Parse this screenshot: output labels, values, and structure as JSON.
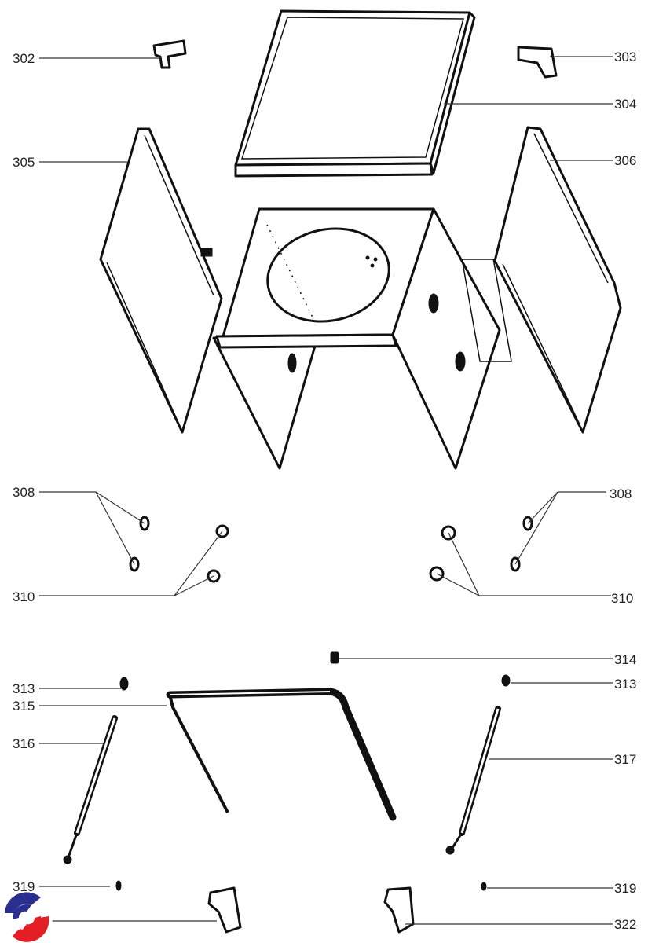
{
  "diagram_title": "",
  "callouts": [
    {
      "id": "302",
      "label": "302"
    },
    {
      "id": "303",
      "label": "303"
    },
    {
      "id": "304",
      "label": "304"
    },
    {
      "id": "305",
      "label": "305"
    },
    {
      "id": "306",
      "label": "306"
    },
    {
      "id": "308-left",
      "label": "308"
    },
    {
      "id": "308-right",
      "label": "308"
    },
    {
      "id": "310-left",
      "label": "310"
    },
    {
      "id": "310-right",
      "label": "310"
    },
    {
      "id": "314",
      "label": "314"
    },
    {
      "id": "313-left",
      "label": "313"
    },
    {
      "id": "313-right",
      "label": "313"
    },
    {
      "id": "315",
      "label": "315"
    },
    {
      "id": "316",
      "label": "316"
    },
    {
      "id": "317",
      "label": "317"
    },
    {
      "id": "319-left",
      "label": "319"
    },
    {
      "id": "319-right",
      "label": "319"
    },
    {
      "id": "322",
      "label": "322"
    }
  ],
  "logo": {
    "colors": {
      "blue": "#2a2f8f",
      "red": "#e31e24"
    }
  }
}
